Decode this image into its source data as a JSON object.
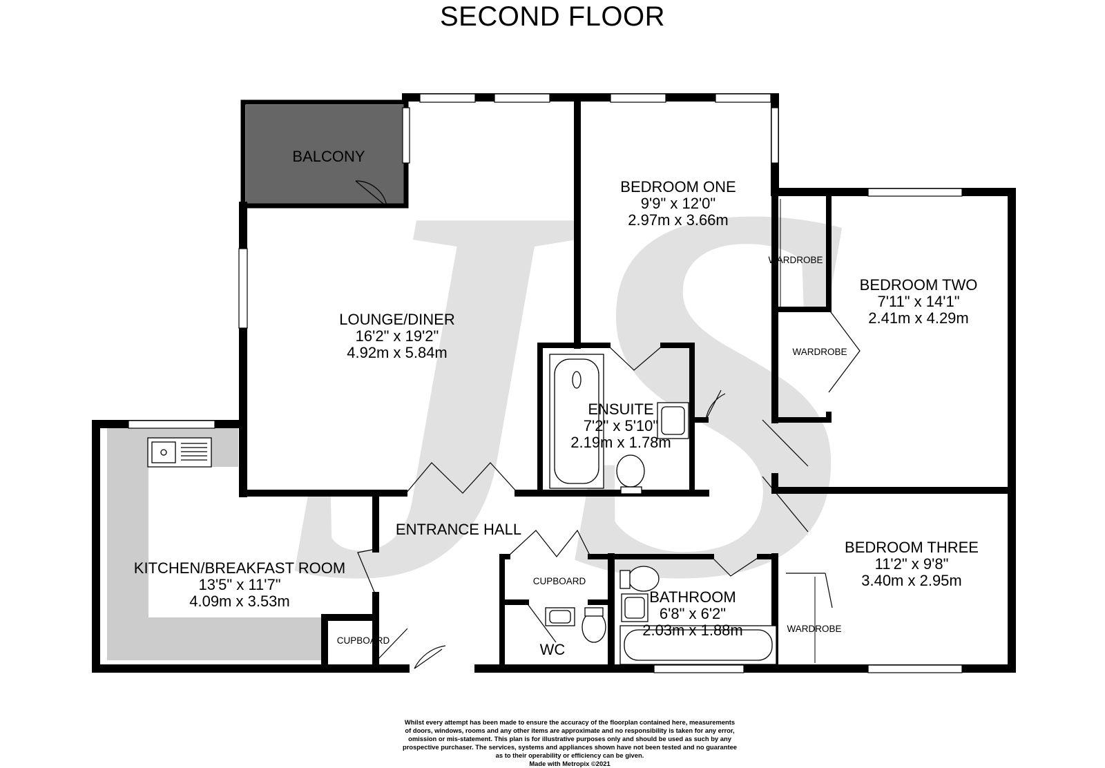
{
  "title": "SECOND FLOOR",
  "watermark": "JS",
  "colors": {
    "wall": "#000000",
    "balcony": "#666666",
    "kitchen_floor": "#cccccc",
    "watermark": "#dcdcdc",
    "window": "#ffffff"
  },
  "rooms": {
    "balcony": {
      "name": "BALCONY"
    },
    "lounge": {
      "name": "LOUNGE/DINER",
      "imperial": "16'2\"  x 19'2\"",
      "metric": "4.92m  x 5.84m"
    },
    "bedroom_one": {
      "name": "BEDROOM ONE",
      "imperial": "9'9\"  x 12'0\"",
      "metric": "2.97m  x 3.66m"
    },
    "bedroom_two": {
      "name": "BEDROOM TWO",
      "imperial": "7'11\"  x 14'1\"",
      "metric": "2.41m  x 4.29m"
    },
    "bedroom_three": {
      "name": "BEDROOM THREE",
      "imperial": "11'2\"  x 9'8\"",
      "metric": "3.40m  x 2.95m"
    },
    "ensuite": {
      "name": "ENSUITE",
      "imperial": "7'2\"  x 5'10\"",
      "metric": "2.19m  x 1.78m"
    },
    "kitchen": {
      "name": "KITCHEN/BREAKFAST ROOM",
      "imperial": "13'5\"  x 11'7\"",
      "metric": "4.09m  x 3.53m"
    },
    "bathroom": {
      "name": "BATHROOM",
      "imperial": "6'8\"  x 6'2\"",
      "metric": "2.03m  x 1.88m"
    },
    "entrance_hall": {
      "name": "ENTRANCE HALL"
    },
    "wc": {
      "name": "WC"
    }
  },
  "storage": {
    "wardrobe_one": "WARDROBE",
    "wardrobe_two": "WARDROBE",
    "wardrobe_three": "WARDROBE",
    "cupboard_hall": "CUPBOARD",
    "cupboard_kitchen": "CUPBOARD"
  },
  "disclaimer": {
    "line1": "Whilst every attempt has been made to ensure the accuracy of the floorplan contained here, measurements",
    "line2": "of doors, windows, rooms and any other items are approximate and no responsibility is taken for any error,",
    "line3": "omission or mis-statement. This plan is for illustrative purposes only and should be used as such by any",
    "line4": "prospective purchaser. The services, systems and appliances shown have not been tested and no guarantee",
    "line5": "as to their operability or efficiency can be given.",
    "line6": "Made with Metropix ©2021"
  }
}
